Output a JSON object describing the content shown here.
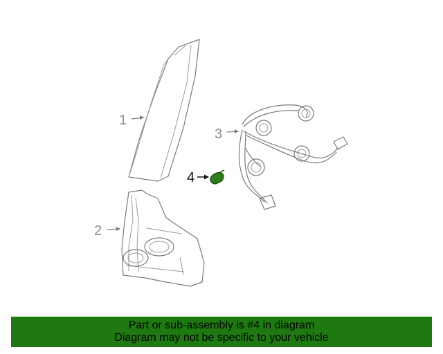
{
  "callouts": {
    "part1": "1",
    "part2": "2",
    "part3": "3",
    "part4": "4"
  },
  "banner": {
    "line1": "Part or sub-assembly is #4 in diagram",
    "line2": "Diagram may not be specific to your vehicle"
  },
  "colors": {
    "banner_bg": "#1e7a10",
    "highlight_part": "#2e7d1f",
    "line_art": "#7a7a7a"
  }
}
